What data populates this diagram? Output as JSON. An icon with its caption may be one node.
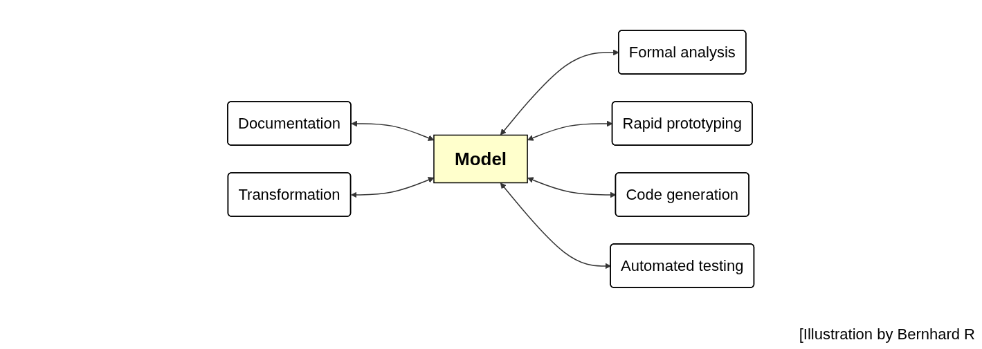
{
  "diagram": {
    "nodes": [
      {
        "text": [
          "Formal analysis"
        ]
      },
      {
        "text": [
          "Documentation"
        ]
      },
      {
        "text": [
          "Model"
        ]
      },
      {
        "text": [
          "Rapid prototyping"
        ]
      },
      {
        "text": [
          "Transformation"
        ]
      },
      {
        "text": [
          "Code generation"
        ]
      },
      {
        "text": [
          "Automated testing"
        ]
      }
    ],
    "edges": [
      {
        "from": 1,
        "to": 2,
        "arrow": "both"
      },
      {
        "from": 4,
        "to": 2,
        "arrow": "both"
      },
      {
        "from": 2,
        "to": 0,
        "arrow": "both"
      },
      {
        "from": 2,
        "to": 3,
        "arrow": "both"
      },
      {
        "from": 2,
        "to": 5,
        "arrow": "both"
      },
      {
        "from": 2,
        "to": 6,
        "arrow": "both"
      }
    ],
    "labels": [
      "[Illustration by Bernhard R"
    ]
  }
}
